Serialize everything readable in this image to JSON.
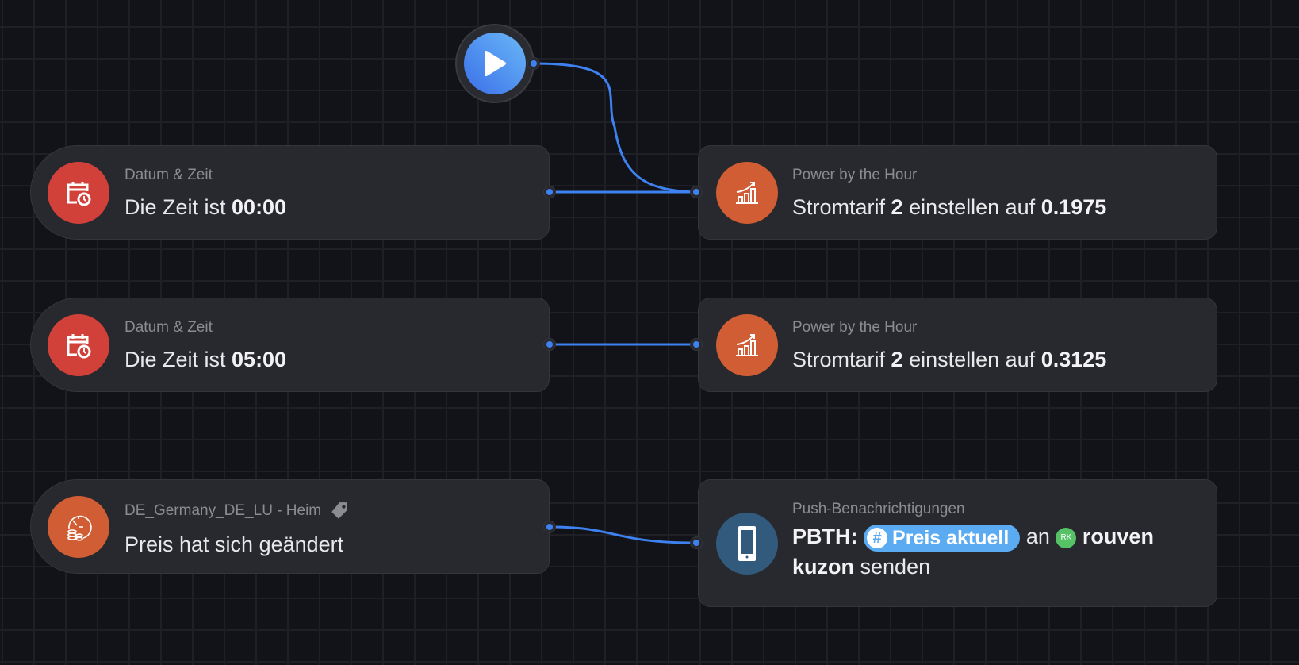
{
  "colors": {
    "accent": "#3d82f0",
    "datetime": "#d2403a",
    "power": "#d05d33",
    "push": "#315a7c",
    "chip": "#5aabf2",
    "avatar": "#56c266"
  },
  "start": {
    "icon": "play-icon"
  },
  "rows": [
    {
      "left": {
        "app": "Datum & Zeit",
        "icon": "calendar-clock-icon",
        "parts": [
          {
            "t": "Die Zeit ist "
          },
          {
            "t": "00:00",
            "b": true
          }
        ]
      },
      "right": {
        "app": "Power by the Hour",
        "icon": "chart-growth-icon",
        "parts": [
          {
            "t": "Stromtarif "
          },
          {
            "t": "2",
            "b": true
          },
          {
            "t": " einstellen auf "
          },
          {
            "t": "0.1975",
            "b": true
          }
        ]
      }
    },
    {
      "left": {
        "app": "Datum & Zeit",
        "icon": "calendar-clock-icon",
        "parts": [
          {
            "t": "Die Zeit ist "
          },
          {
            "t": "05:00",
            "b": true
          }
        ]
      },
      "right": {
        "app": "Power by the Hour",
        "icon": "chart-growth-icon",
        "parts": [
          {
            "t": "Stromtarif "
          },
          {
            "t": "2",
            "b": true
          },
          {
            "t": " einstellen auf "
          },
          {
            "t": "0.3125",
            "b": true
          }
        ]
      }
    }
  ],
  "row3": {
    "left": {
      "app": "DE_Germany_DE_LU - Heim",
      "icon": "clock-coins-icon",
      "tag_icon": "tag-icon",
      "text": "Preis hat sich geändert"
    },
    "right": {
      "app": "Push-Benachrichtigungen",
      "icon": "smartphone-icon",
      "prefix": "PBTH:",
      "chip": "Preis aktuell",
      "chip_symbol": "#",
      "mid": "an",
      "avatar": "RK",
      "user1": "rouven",
      "user2": "kuzon",
      "suffix": "senden"
    }
  }
}
